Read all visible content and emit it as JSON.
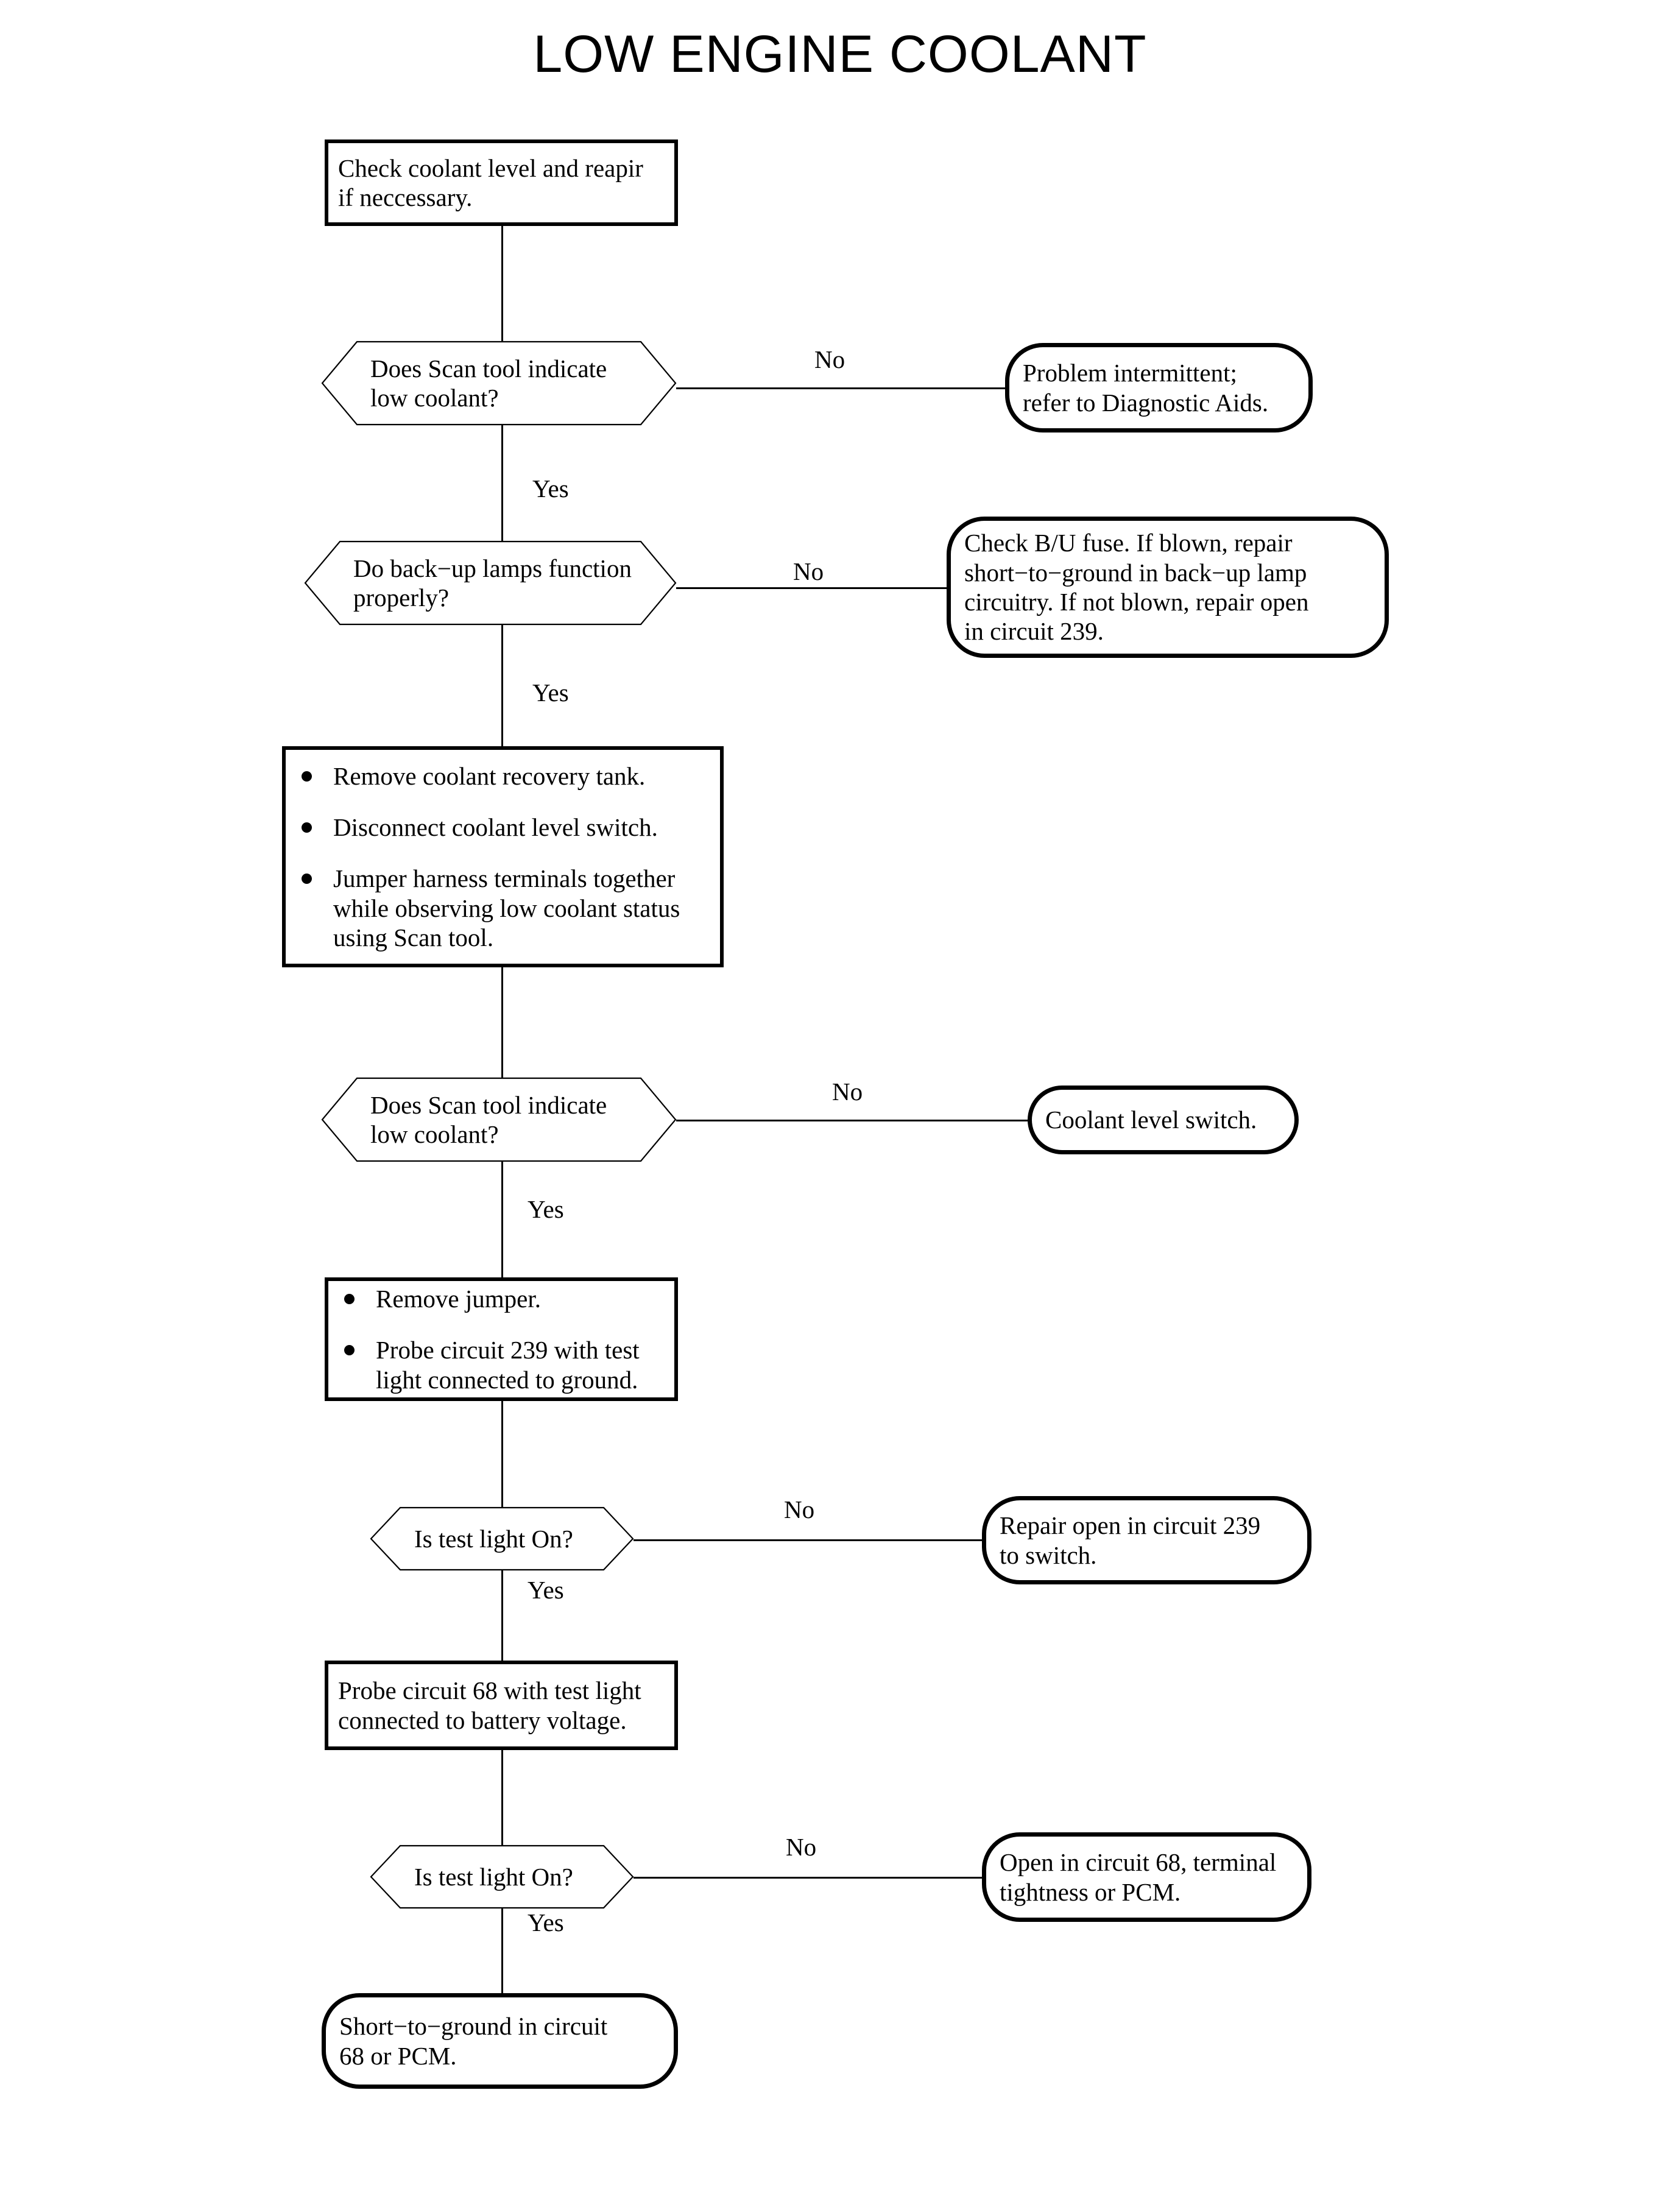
{
  "document": {
    "title": "LOW ENGINE COOLANT"
  },
  "chart_data": {
    "type": "diagram",
    "subtype": "flowchart",
    "title": "LOW ENGINE COOLANT",
    "orientation": "top-to-bottom",
    "edge_labels": [
      "Yes",
      "No"
    ],
    "nodes": [
      {
        "id": "n1",
        "shape": "process",
        "text": "Check coolant level and reapir\nif neccessary."
      },
      {
        "id": "n2",
        "shape": "decision",
        "text": "Does Scan tool indicate\nlow coolant?"
      },
      {
        "id": "n3",
        "shape": "terminator",
        "text": "Problem intermittent;\nrefer to Diagnostic Aids."
      },
      {
        "id": "n4",
        "shape": "decision",
        "text": "Do back−up lamps function\nproperly?"
      },
      {
        "id": "n5",
        "shape": "terminator",
        "text": "Check B/U fuse. If blown, repair\nshort−to−ground in back−up lamp\ncircuitry. If not blown, repair open\nin circuit 239."
      },
      {
        "id": "n6",
        "shape": "process-list",
        "items": [
          "Remove coolant recovery tank.",
          "Disconnect coolant level switch.",
          "Jumper harness terminals together\nwhile observing low coolant status\nusing Scan tool."
        ]
      },
      {
        "id": "n7",
        "shape": "decision",
        "text": "Does Scan tool indicate\nlow coolant?"
      },
      {
        "id": "n8",
        "shape": "terminator",
        "text": "Coolant level switch."
      },
      {
        "id": "n9",
        "shape": "process-list",
        "items": [
          "Remove jumper.",
          "Probe circuit 239 with test\nlight connected to ground."
        ]
      },
      {
        "id": "n10",
        "shape": "decision",
        "text": "Is test light On?"
      },
      {
        "id": "n11",
        "shape": "terminator",
        "text": "Repair open in circuit 239\nto switch."
      },
      {
        "id": "n12",
        "shape": "process",
        "text": "Probe circuit 68 with test light\nconnected to battery voltage."
      },
      {
        "id": "n13",
        "shape": "decision",
        "text": "Is test light On?"
      },
      {
        "id": "n14",
        "shape": "terminator",
        "text": "Open in circuit 68, terminal\ntightness or PCM."
      },
      {
        "id": "n15",
        "shape": "terminator",
        "text": "Short−to−ground in circuit\n68 or PCM."
      }
    ],
    "edges": [
      {
        "from": "n1",
        "to": "n2",
        "label": ""
      },
      {
        "from": "n2",
        "to": "n3",
        "label": "No"
      },
      {
        "from": "n2",
        "to": "n4",
        "label": "Yes"
      },
      {
        "from": "n4",
        "to": "n5",
        "label": "No"
      },
      {
        "from": "n4",
        "to": "n6",
        "label": "Yes"
      },
      {
        "from": "n6",
        "to": "n7",
        "label": ""
      },
      {
        "from": "n7",
        "to": "n8",
        "label": "No"
      },
      {
        "from": "n7",
        "to": "n9",
        "label": "Yes"
      },
      {
        "from": "n9",
        "to": "n10",
        "label": ""
      },
      {
        "from": "n10",
        "to": "n11",
        "label": "No"
      },
      {
        "from": "n10",
        "to": "n12",
        "label": "Yes"
      },
      {
        "from": "n12",
        "to": "n13",
        "label": ""
      },
      {
        "from": "n13",
        "to": "n14",
        "label": "No"
      },
      {
        "from": "n13",
        "to": "n15",
        "label": "Yes"
      }
    ]
  },
  "flow": {
    "step1": {
      "text": "Check coolant level and reapir\nif neccessary."
    },
    "dec1": {
      "text": "Does Scan tool indicate\nlow coolant?"
    },
    "dec1_no": {
      "label": "No"
    },
    "dec1_yes": {
      "label": "Yes"
    },
    "out1": {
      "text": "Problem intermittent;\nrefer to Diagnostic Aids."
    },
    "dec2": {
      "text": "Do back−up lamps function\nproperly?"
    },
    "dec2_no": {
      "label": "No"
    },
    "dec2_yes": {
      "label": "Yes"
    },
    "out2": {
      "text": "Check B/U fuse. If blown, repair\nshort−to−ground in back−up lamp\ncircuitry. If not blown, repair open\nin circuit 239."
    },
    "step2": {
      "item1": "Remove coolant recovery tank.",
      "item2": "Disconnect coolant level switch.",
      "item3": "Jumper harness terminals together\nwhile observing low coolant status\nusing Scan tool."
    },
    "dec3": {
      "text": "Does Scan tool indicate\nlow coolant?"
    },
    "dec3_no": {
      "label": "No"
    },
    "dec3_yes": {
      "label": "Yes"
    },
    "out3": {
      "text": "Coolant level switch."
    },
    "step3": {
      "item1": "Remove jumper.",
      "item2": "Probe circuit 239 with test\nlight connected to ground."
    },
    "dec4": {
      "text": "Is test light On?"
    },
    "dec4_no": {
      "label": "No"
    },
    "dec4_yes": {
      "label": "Yes"
    },
    "out4": {
      "text": "Repair open in circuit 239\nto switch."
    },
    "step4": {
      "text": "Probe circuit 68 with test light\nconnected to battery voltage."
    },
    "dec5": {
      "text": "Is test light On?"
    },
    "dec5_no": {
      "label": "No"
    },
    "dec5_yes": {
      "label": "Yes"
    },
    "out5": {
      "text": "Open in circuit 68, terminal\ntightness or PCM."
    },
    "final": {
      "text": "Short−to−ground in circuit\n68 or PCM."
    }
  }
}
